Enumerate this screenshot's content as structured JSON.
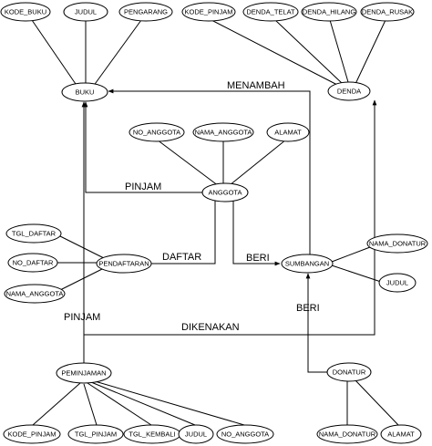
{
  "entities": {
    "buku": "BUKU",
    "denda": "DENDA",
    "anggota": "ANGGOTA",
    "pendaftaran": "PENDAFTARAN",
    "sumbangan": "SUMBANGAN",
    "peminjaman": "PEMINJAMAN",
    "donatur": "DONATUR"
  },
  "attributes": {
    "buku_kode": "KODE_BUKU",
    "buku_judul": "JUDUL",
    "buku_pengarang": "PENGARANG",
    "denda_kode_pinjam": "KODE_PINJAM",
    "denda_telat": "DENDA_TELAT",
    "denda_hilang": "DENDA_HILANG",
    "denda_rusak": "DENDA_RUSAK",
    "anggota_no": "NO_ANGGOTA",
    "anggota_nama": "NAMA_ANGGOTA",
    "anggota_alamat": "ALAMAT",
    "daftar_tgl": "TGL_DAFTAR",
    "daftar_no": "NO_DAFTAR",
    "daftar_nama_anggota": "NAMA_ANGGOTA",
    "sumbangan_nama_donatur": "NAMA_DONATUR",
    "sumbangan_judul": "JUDUL",
    "pinjam_kode": "KODE_PINJAM",
    "pinjam_tgl": "TGL_PINJAM",
    "pinjam_tgl_kembali": "TGL_KEMBALI",
    "pinjam_judul": "JUDUL",
    "pinjam_no_anggota": "NO_ANGGOTA",
    "donatur_nama": "NAMA_DONATUR",
    "donatur_alamat": "ALAMAT"
  },
  "relationships": {
    "menambah": "MENAMBAH",
    "pinjam_anggota": "PINJAM",
    "daftar": "DAFTAR",
    "beri_anggota": "BERI",
    "pinjam_peminjaman": "PINJAM",
    "dikenakan": "DIKENAKAN",
    "beri_donatur": "BERI"
  }
}
